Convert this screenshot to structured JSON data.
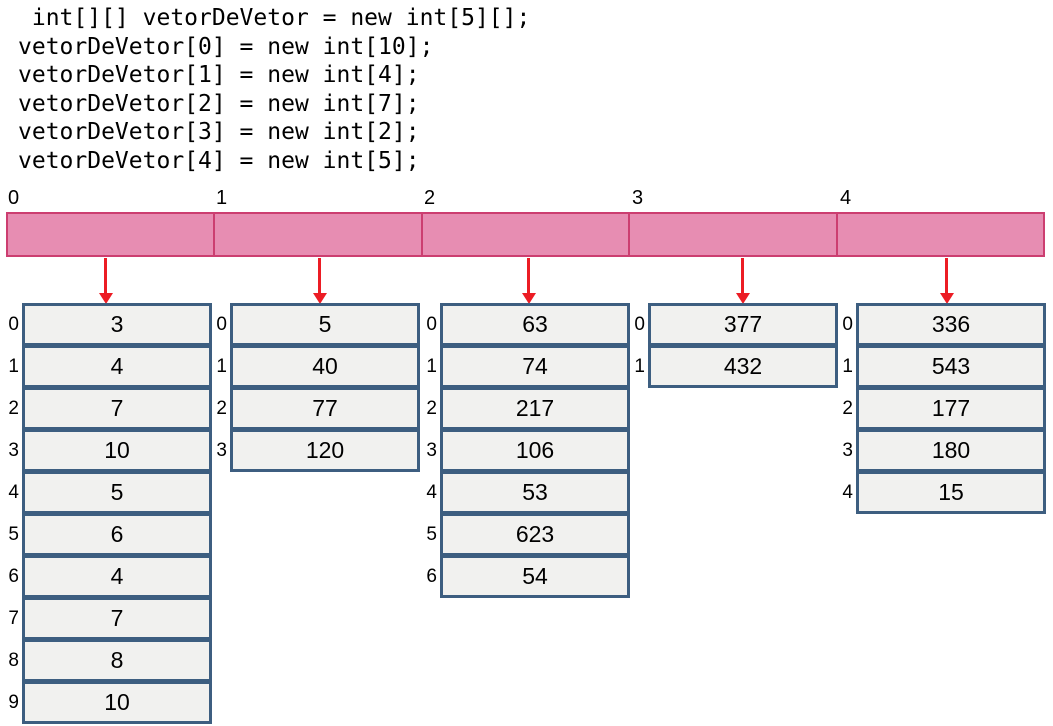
{
  "code": {
    "lines": [
      " int[][] vetorDeVetor = new int[5][];",
      "vetorDeVetor[0] = new int[10];",
      "vetorDeVetor[1] = new int[4];",
      "vetorDeVetor[2] = new int[7];",
      "vetorDeVetor[3] = new int[2];",
      "vetorDeVetor[4] = new int[5];"
    ]
  },
  "outer_array": {
    "indices": [
      "0",
      "1",
      "2",
      "3",
      "4"
    ]
  },
  "inner_arrays": [
    {
      "row_indices": [
        "0",
        "1",
        "2",
        "3",
        "4",
        "5",
        "6",
        "7",
        "8",
        "9"
      ],
      "values": [
        "3",
        "4",
        "7",
        "10",
        "5",
        "6",
        "4",
        "7",
        "8",
        "10"
      ]
    },
    {
      "row_indices": [
        "0",
        "1",
        "2",
        "3"
      ],
      "values": [
        "5",
        "40",
        "77",
        "120"
      ]
    },
    {
      "row_indices": [
        "0",
        "1",
        "2",
        "3",
        "4",
        "5",
        "6"
      ],
      "values": [
        "63",
        "74",
        "217",
        "106",
        "53",
        "623",
        "54"
      ]
    },
    {
      "row_indices": [
        "0",
        "1"
      ],
      "values": [
        "377",
        "432"
      ]
    },
    {
      "row_indices": [
        "0",
        "1",
        "2",
        "3",
        "4"
      ],
      "values": [
        "336",
        "543",
        "177",
        "180",
        "15"
      ]
    }
  ],
  "colors": {
    "outer_fill": "#E78DB2",
    "outer_border": "#CC3E70",
    "cell_fill": "#F1F1EF",
    "cell_border": "#3D5E80",
    "arrow": "#EC1C24",
    "text": "#000000",
    "background": "#FFFFFF"
  }
}
